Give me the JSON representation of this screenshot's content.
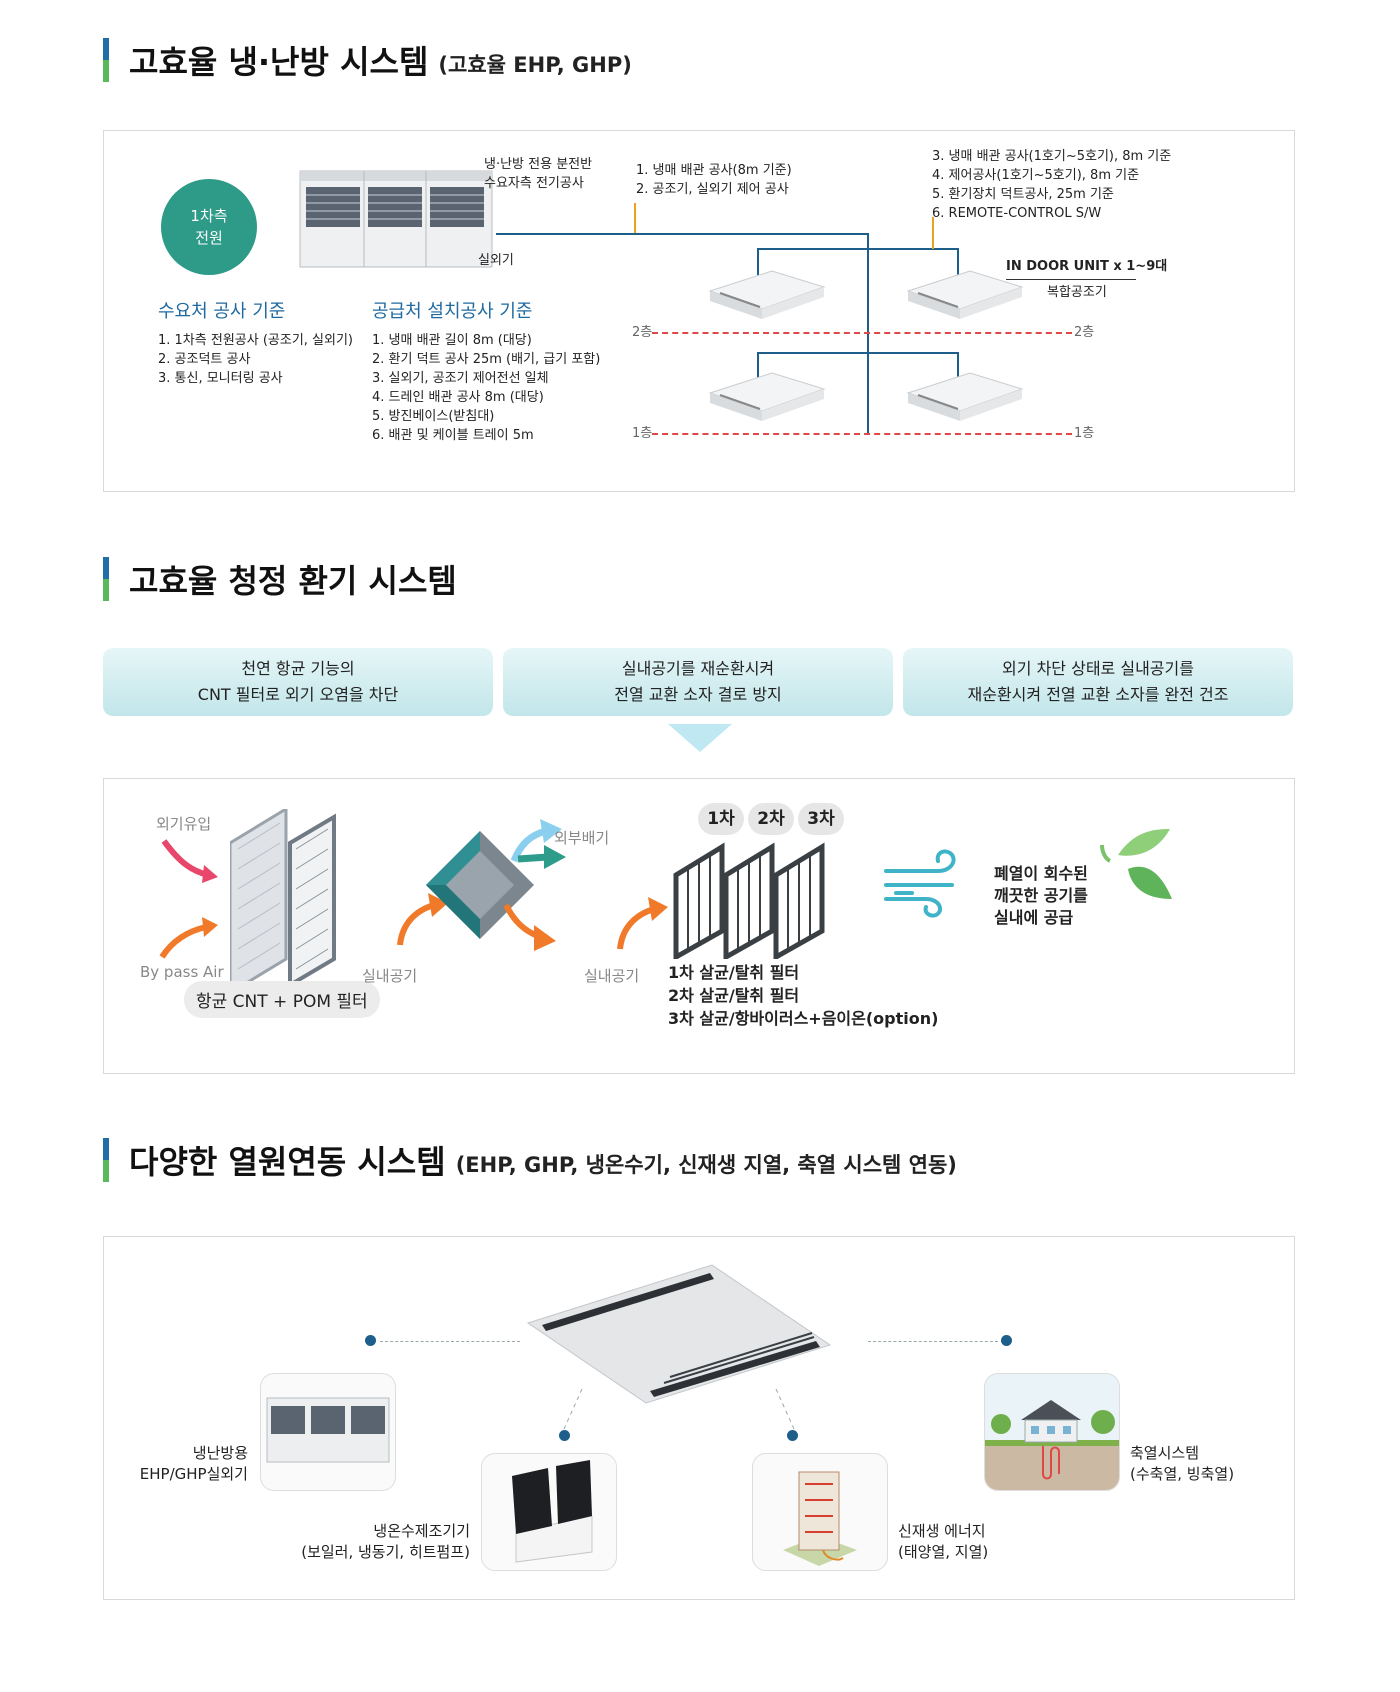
{
  "section1": {
    "title": "고효율 냉·난방 시스템",
    "subtitle": "(고효율 EHP, GHP)",
    "power_circle": [
      "1차측",
      "전원"
    ],
    "panel_label": [
      "냉·난방 전용 분전반",
      "수요자측 전기공사"
    ],
    "outdoor_label": "실외기",
    "work_notes_a": [
      "1. 냉매 배관 공사(8m 기준)",
      "2. 공조기, 실외기 제어 공사"
    ],
    "work_notes_b": [
      "3. 냉매 배관 공사(1호기~5호기), 8m 기준",
      "4. 제어공사(1호기~5호기), 8m 기준",
      "5. 환기장치 덕트공사, 25m 기준",
      "6. REMOTE-CONTROL S/W"
    ],
    "indoor_unit_label": "IN DOOR UNIT x 1~9대",
    "indoor_unit_sub": "복합공조기",
    "floor2": "2층",
    "floor1": "1층",
    "demand_title": "수요처 공사 기준",
    "demand_items": [
      "1. 1차측 전원공사 (공조기, 실외기)",
      "2. 공조덕트 공사",
      "3. 통신, 모니터링 공사"
    ],
    "supply_title": "공급처 설치공사 기준",
    "supply_items": [
      "1. 냉매 배관 길이 8m (대당)",
      "2. 환기 덕트 공사 25m (배기, 급기 포함)",
      "3. 실외기, 공조기 제어전선 일체",
      "4. 드레인 배관 공사 8m (대당)",
      "5. 방진베이스(받침대)",
      "6. 배관 및 케이블 트레이 5m"
    ]
  },
  "section2": {
    "title": "고효율 청정 환기 시스템",
    "pills": [
      [
        "천연 항균 기능의",
        "CNT 필터로 외기 오염을 차단"
      ],
      [
        "실내공기를 재순환시켜",
        "전열 교환 소자 결로 방지"
      ],
      [
        "외기 차단 상태로 실내공기를",
        "재순환시켜 전열 교환 소자를 완전 건조"
      ]
    ],
    "label_outside_in": "외기유입",
    "label_bypass": "By pass Air",
    "filter_pill": "항균 CNT + POM 필터",
    "label_indoor_air_1": "실내공기",
    "label_exhaust": "외부배기",
    "label_indoor_air_2": "실내공기",
    "chips": [
      "1차",
      "2차",
      "3차"
    ],
    "filter_list": [
      "1차 살균/탈취 필터",
      "2차 살균/탈취 필터",
      "3차 살균/항바이러스+음이온(option)"
    ],
    "result_text": [
      "폐열이 회수된",
      "깨끗한 공기를",
      "실내에 공급"
    ]
  },
  "section3": {
    "title": "다양한 열원연동 시스템",
    "subtitle": "(EHP, GHP, 냉온수기, 신재생 지열, 축열 시스템 연동)",
    "cap_outdoor": [
      "냉난방용",
      "EHP/GHP실외기"
    ],
    "cap_chiller": [
      "냉온수제조기기",
      "(보일러, 냉동기, 히트펌프)"
    ],
    "cap_renewable": [
      "신재생 에너지",
      "(태양열, 지열)"
    ],
    "cap_storage": [
      "축열시스템",
      "(수축열, 빙축열)"
    ]
  },
  "colors": {
    "accent_blue": "#1f6aa0",
    "accent_green": "#5cb85c",
    "circle_teal": "#2e9a88",
    "floor_dash": "#e04848",
    "pipe": "#1d5f8a"
  }
}
